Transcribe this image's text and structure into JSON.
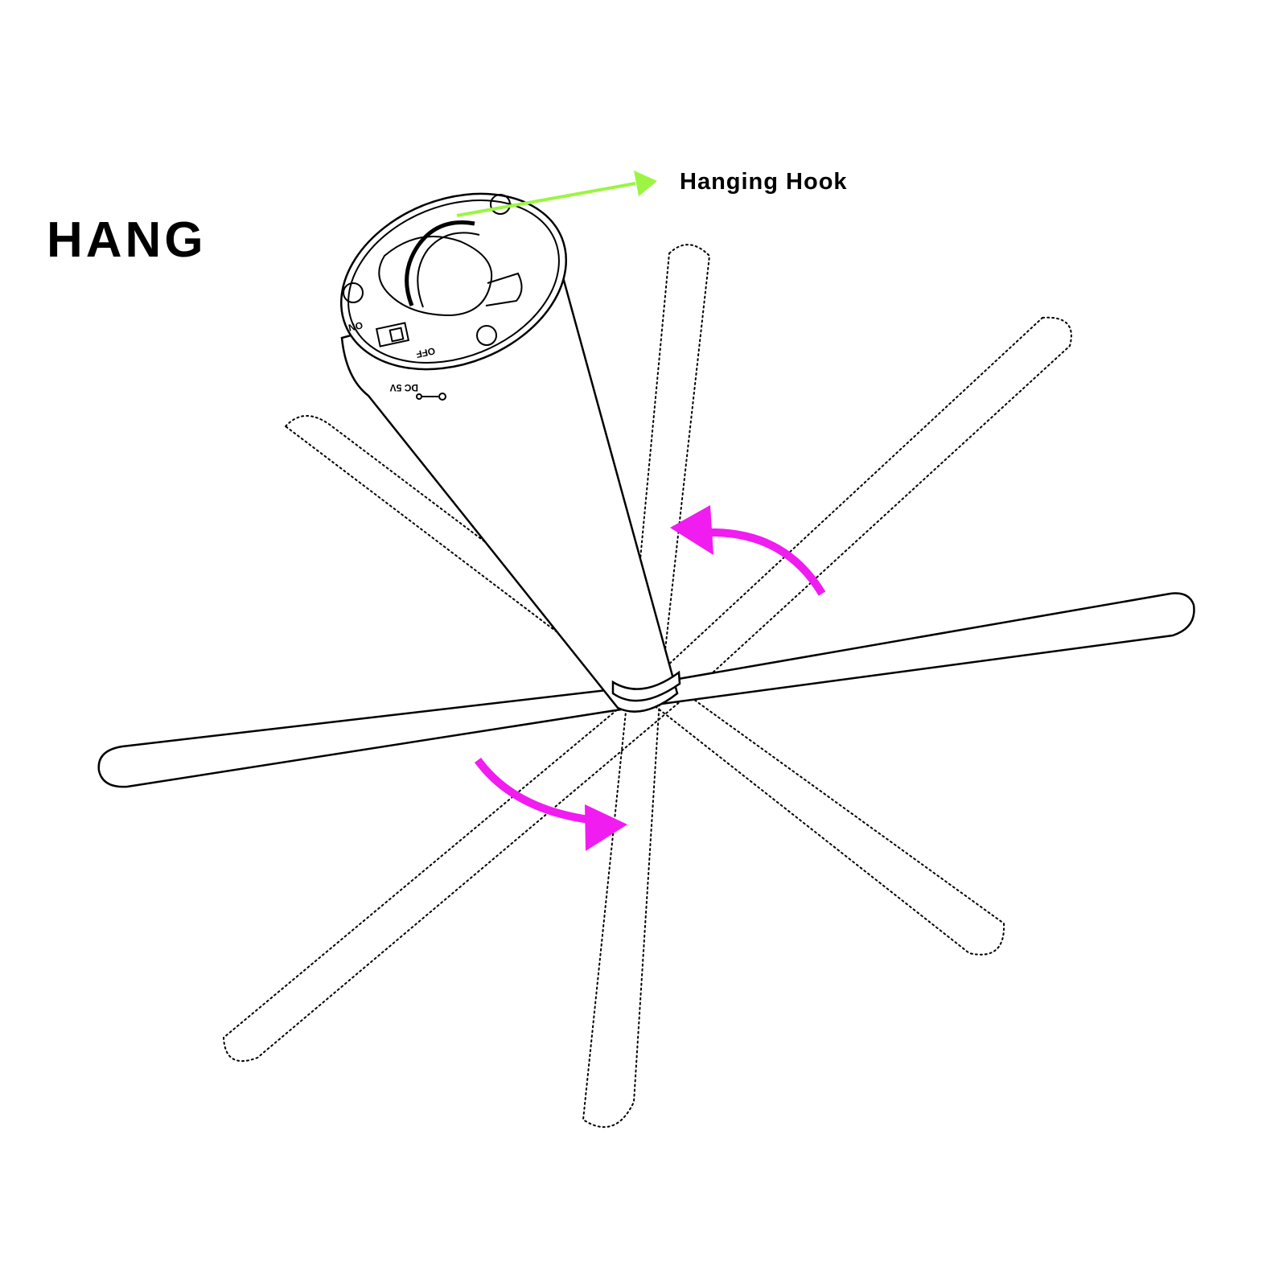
{
  "diagram": {
    "title": "HANG",
    "callout_label": "Hanging Hook",
    "switch_on_label": "ON",
    "switch_off_label": "OFF",
    "power_label": "DC 5V",
    "callout_arrow_color": "#9bf542",
    "rotation_arrow_color": "#f01cf0",
    "line_color": "#000000"
  }
}
